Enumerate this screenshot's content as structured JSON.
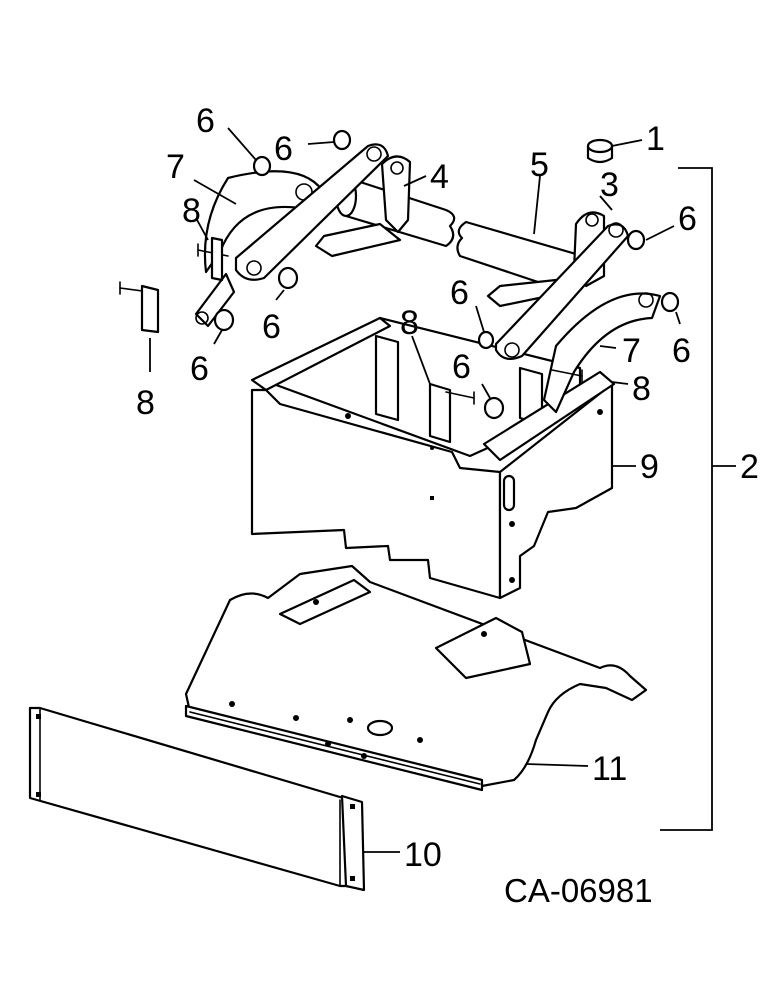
{
  "drawing_code": "CA-06981",
  "callouts": {
    "c1": "1",
    "c2": "2",
    "c3": "3",
    "c4": "4",
    "c5": "5",
    "c6a": "6",
    "c6b": "6",
    "c6c": "6",
    "c6d": "6",
    "c6e": "6",
    "c6f": "6",
    "c6g": "6",
    "c6h": "6",
    "c7a": "7",
    "c7b": "7",
    "c8a": "8",
    "c8b": "8",
    "c8c": "8",
    "c8d": "8",
    "c9": "9",
    "c10": "10",
    "c11": "11"
  }
}
